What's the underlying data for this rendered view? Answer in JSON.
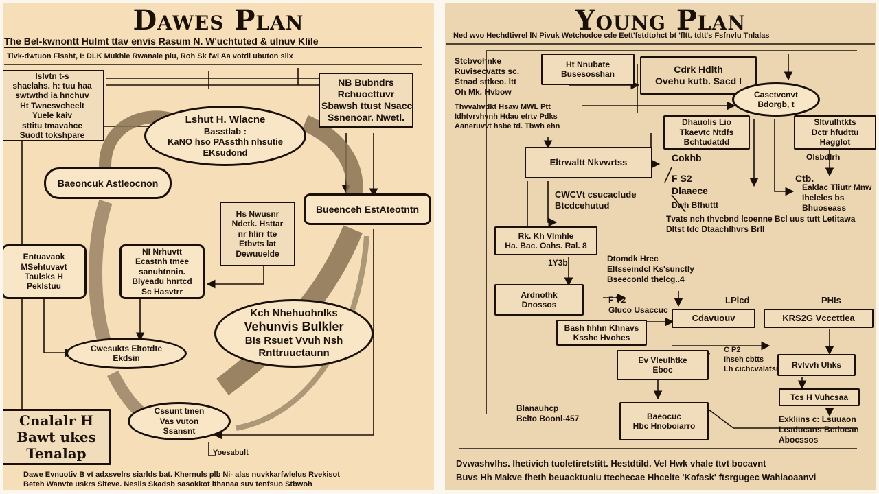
{
  "dawes": {
    "title": "Dawes Plan",
    "header_line": "The Bel-kwnontt Hulmt ttav envis Rasum N. W'uchtuted & ulnuv Klile",
    "sub_line": "Tivk-dwtuon Flsaht, I: DLK Mukhle Rwanale plu, Roh Sk fwl Aa votdl ubuton slix",
    "boxes": {
      "top_left": [
        "Islvtn t-s",
        "shaelahs. h: tuu haa",
        "swtwthd ia hnchuv",
        "Ht Twnesvcheelt",
        "Yuele kaiv",
        "sttitu tmavahce",
        "Suodt tokshpare"
      ],
      "top_right": [
        "NB Bubndrs",
        "Rchuocttuvr",
        "Sbawsh ttust Nsacch",
        "Ssnenoar. Nwetl."
      ],
      "center_top": [
        "Lshut H. Wlacne",
        "Basstlab :",
        "KaNO hso PAssthh nhsutie",
        "EKsudond"
      ],
      "left_mid": [
        "Baeoncuk Astleocnon"
      ],
      "right_mid": [
        "Bueenceh EstAteotntn"
      ],
      "small_center": [
        "Hs Nwusnr",
        "Ndetk. Hsttar",
        "nr hlirr tte",
        "Etbvts lat",
        "Dewuuelde"
      ],
      "left_small": [
        "Entuavaok",
        "MSehtuvavt",
        "Taulsks H",
        "Peklstuu"
      ],
      "center_small": [
        "NI Nrhuvtt",
        "Ecastnh tmee",
        "sanuhtnnin.",
        "Blyeadu hnrtcd",
        "Sc Hasvtrr"
      ],
      "big_oval": [
        "Kch Nhehuohnlks",
        "Vehunvis Bulkler",
        "BIs Rsuet Vvuh Nsh",
        "Rnttruuctaunn"
      ],
      "lower_left": [
        "Cwesukts Eltotdte",
        "Ekdsin"
      ],
      "bottom_oval": [
        "Cssunt tmen",
        "Vas vuton",
        "Ssansnt"
      ],
      "bottom_left": [
        "Cnalalr H",
        "Bawt ukes",
        "Tenalap"
      ]
    },
    "bottom_label": "Yoesabult",
    "footer_lines": [
      "Dawe Evnuotiv B vt adxsvelrs siarlds bat. Khernuls plb  Ni- alas nuvkkarfwlelus Rvekisot",
      "Beteh Wanvte uskrs Siteve. Neslis Skadsb sasokkot lthanaa suv tenfsuo Stbwoh"
    ]
  },
  "young": {
    "title": "Young Plan",
    "header_line": "Ned wvo Hechdtivrel lN Pivuk Wetchodce cde Eett'fstdtohct bt 'fltt. tdtt's Fsfnvlu Tnlalas",
    "boxes": {
      "tl_free": [
        "Stcbvohnke",
        "Ruvisecvatts sc.",
        "Stnad sttkeo. ltt",
        "Oh Mk. Hvbow"
      ],
      "tl_box": [
        "Ht Nnubate",
        "Busesosshan"
      ],
      "top_free": [
        "Cdrk Hdlth",
        "Ovehu kutb. Sacd l"
      ],
      "oval_right": [
        "Casetvcnvt",
        "Bdorgb, t"
      ],
      "mid_notice": "Thvvahvdkt Hsaw MWL Ptt",
      "mid_notice2": "Idhtvrvhvnh Hdau etrtv Pdks",
      "mid_notice3": "Aaneruvvt hsbe td. Tbwh ehn",
      "box_b": [
        "Dhauolis Lio",
        "Tkaevtc Ntdfs",
        "Bchtudatdd"
      ],
      "box_rt": [
        "Sltvulhtkts",
        "Dctr hfudttu",
        "Hagglot"
      ],
      "er_box": [
        "Eltrwaltt Nkvwrtss"
      ],
      "coltb": "Cokhb",
      "box_rt_right": "Olsbdlrh",
      "f_free": [
        "F S2",
        "Dlaaece"
      ],
      "dwb": [
        "Dwh Bfhuttt"
      ],
      "cvr_free": [
        "CWCVt csucaclude",
        "Btcdcehutud"
      ],
      "ctb_free": "Ctb.",
      "right_free": [
        "Eaklac Tliutr Mnw",
        "Iheleles bs",
        "Bhuoseass"
      ],
      "long_row": "Tvats nch thvcbnd lcoenne Bcl uus tutt Letitawa",
      "long_row2": "Dltst tdc Dtaachlhvrs Brll",
      "rk_box": [
        "Rk. Kh Vlmhle",
        "Ha. Bac. Oahs. Ral. 8"
      ],
      "free_mid": [
        "Dtomdk Hrec",
        "Eltsseindcl Ks'sunctly",
        "Bseeconld thelcg..4"
      ],
      "num": "1Y3b",
      "ar_box": [
        "Ardnothk",
        "Dnossos"
      ],
      "f12": [
        "F V2",
        "Gluco Usaccuc"
      ],
      "lp": "LPlcd",
      "ph": "PHIs",
      "cb_box": "Cdavuouv",
      "kr_box": "KRS2G Vcccttlea",
      "bs_box": [
        "Bash hhhn Khnavs",
        "Ksshe Hvohes"
      ],
      "cb2": [
        "C P2",
        "Ihseh cbtts",
        "Lh cichcvalatsnk"
      ],
      "el_box": [
        "Ev Vleulhtke",
        "Eboc"
      ],
      "rv_box": "Rvlvvh Uhks",
      "tcr": "Tcs H Vuhcsaa",
      "bp_free": [
        "Blanauhcp",
        "Belto   Boonl-457"
      ],
      "bo_box": [
        "Baeocuc",
        "Hbc Hnoboiarro"
      ],
      "ec_free": [
        "Exkliins c: Lsuuaon",
        "Leaducans Bctlocan",
        "Abocssos"
      ],
      "footer_lines": [
        "Dvwashvlhs. Ihetivich tuoletiretstitt. Hestdtild. Vel Hwk vhale ttvt bocavnt",
        "Buvs Hh Makve fheth beuacktuolu ttechecae Hhcelte 'Kofask' ftsrgugec Wahiaoaanvi"
      ]
    }
  }
}
